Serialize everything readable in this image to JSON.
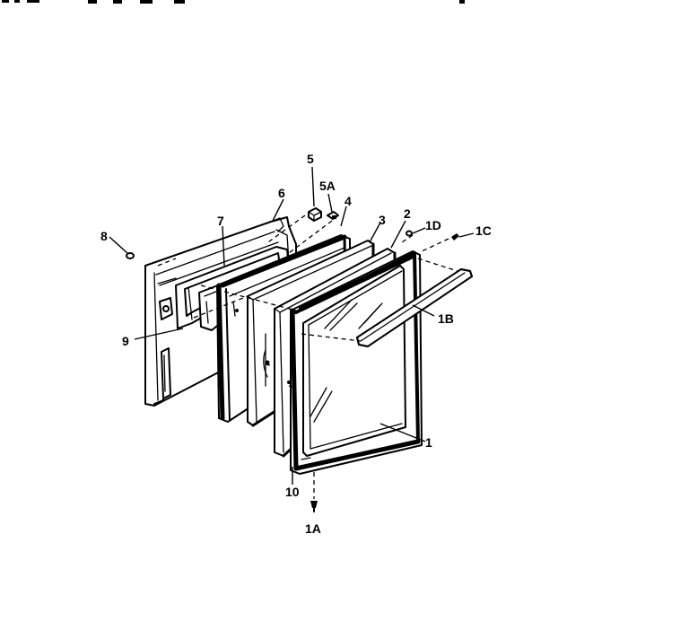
{
  "labels": {
    "p1": "1",
    "p1A": "1A",
    "p1B": "1B",
    "p1C": "1C",
    "p1D": "1D",
    "p2": "2",
    "p3": "3",
    "p4": "4",
    "p5": "5",
    "p5A": "5A",
    "p6": "6",
    "p7": "7",
    "p8": "8",
    "p9": "9",
    "p10": "10"
  }
}
